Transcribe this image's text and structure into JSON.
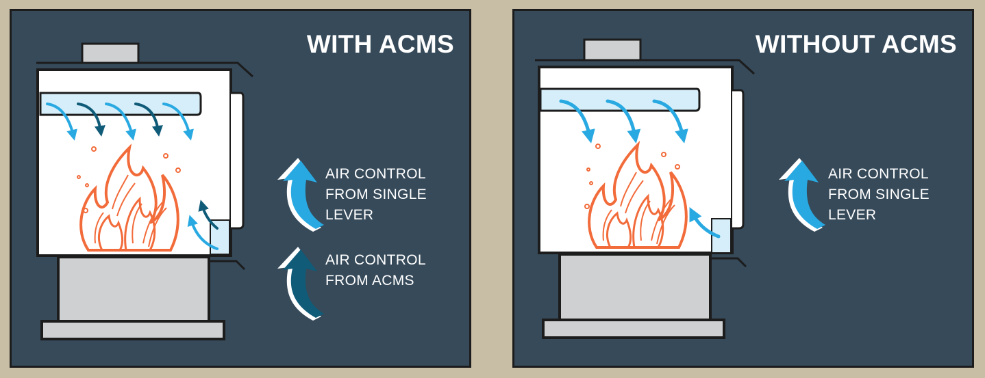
{
  "panels": {
    "left": {
      "title": "WITH ACMS",
      "labels": {
        "single_lever": [
          "AIR CONTROL",
          "FROM SINGLE",
          "LEVER"
        ],
        "acms": [
          "AIR CONTROL",
          "FROM ACMS"
        ]
      }
    },
    "right": {
      "title": "WITHOUT ACMS",
      "labels": {
        "single_lever": [
          "AIR CONTROL",
          "FROM SINGLE",
          "LEVER"
        ]
      }
    }
  },
  "colors": {
    "background": "#c8bea6",
    "panel": "#364a5a",
    "light_air": "#29a9e1",
    "dark_air": "#0f5b78",
    "flame": "#f26b3a",
    "stove_fill": "#ffffff",
    "stove_base": "#cfd0d2"
  },
  "icons": {
    "single_lever_arrow": "curved-up-arrow-icon",
    "acms_arrow": "curved-up-arrow-icon",
    "flame": "flame-icon"
  }
}
